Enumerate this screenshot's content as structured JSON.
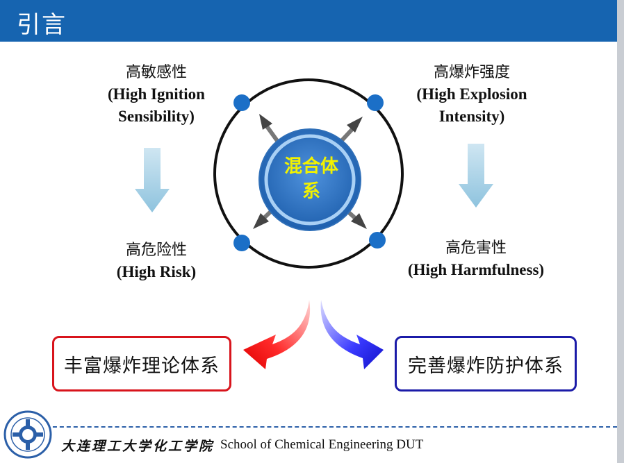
{
  "header": {
    "title": "引言"
  },
  "diagram": {
    "center": {
      "line1": "混合体",
      "line2": "系"
    },
    "top_left": {
      "cn": "高敏感性",
      "en1": "(High Ignition",
      "en2": "Sensibility)"
    },
    "top_right": {
      "cn": "高爆炸强度",
      "en1": "(High Explosion",
      "en2": "Intensity)"
    },
    "bottom_left": {
      "cn": "高危险性",
      "en1": "(High Risk)"
    },
    "bottom_right": {
      "cn": "高危害性",
      "en1": "(High Harmfulness)"
    }
  },
  "outcomes": {
    "left": "丰富爆炸理论体系",
    "right": "完善爆炸防护体系"
  },
  "footer": {
    "school_cn": "大连理工大学化工学院",
    "school_en": "School of Chemical Engineering DUT"
  },
  "colors": {
    "header": "#1664b0",
    "node": "#1b6fc7",
    "center_text": "#f2f200",
    "left_border": "#d8141c",
    "right_border": "#1b1ba8"
  }
}
